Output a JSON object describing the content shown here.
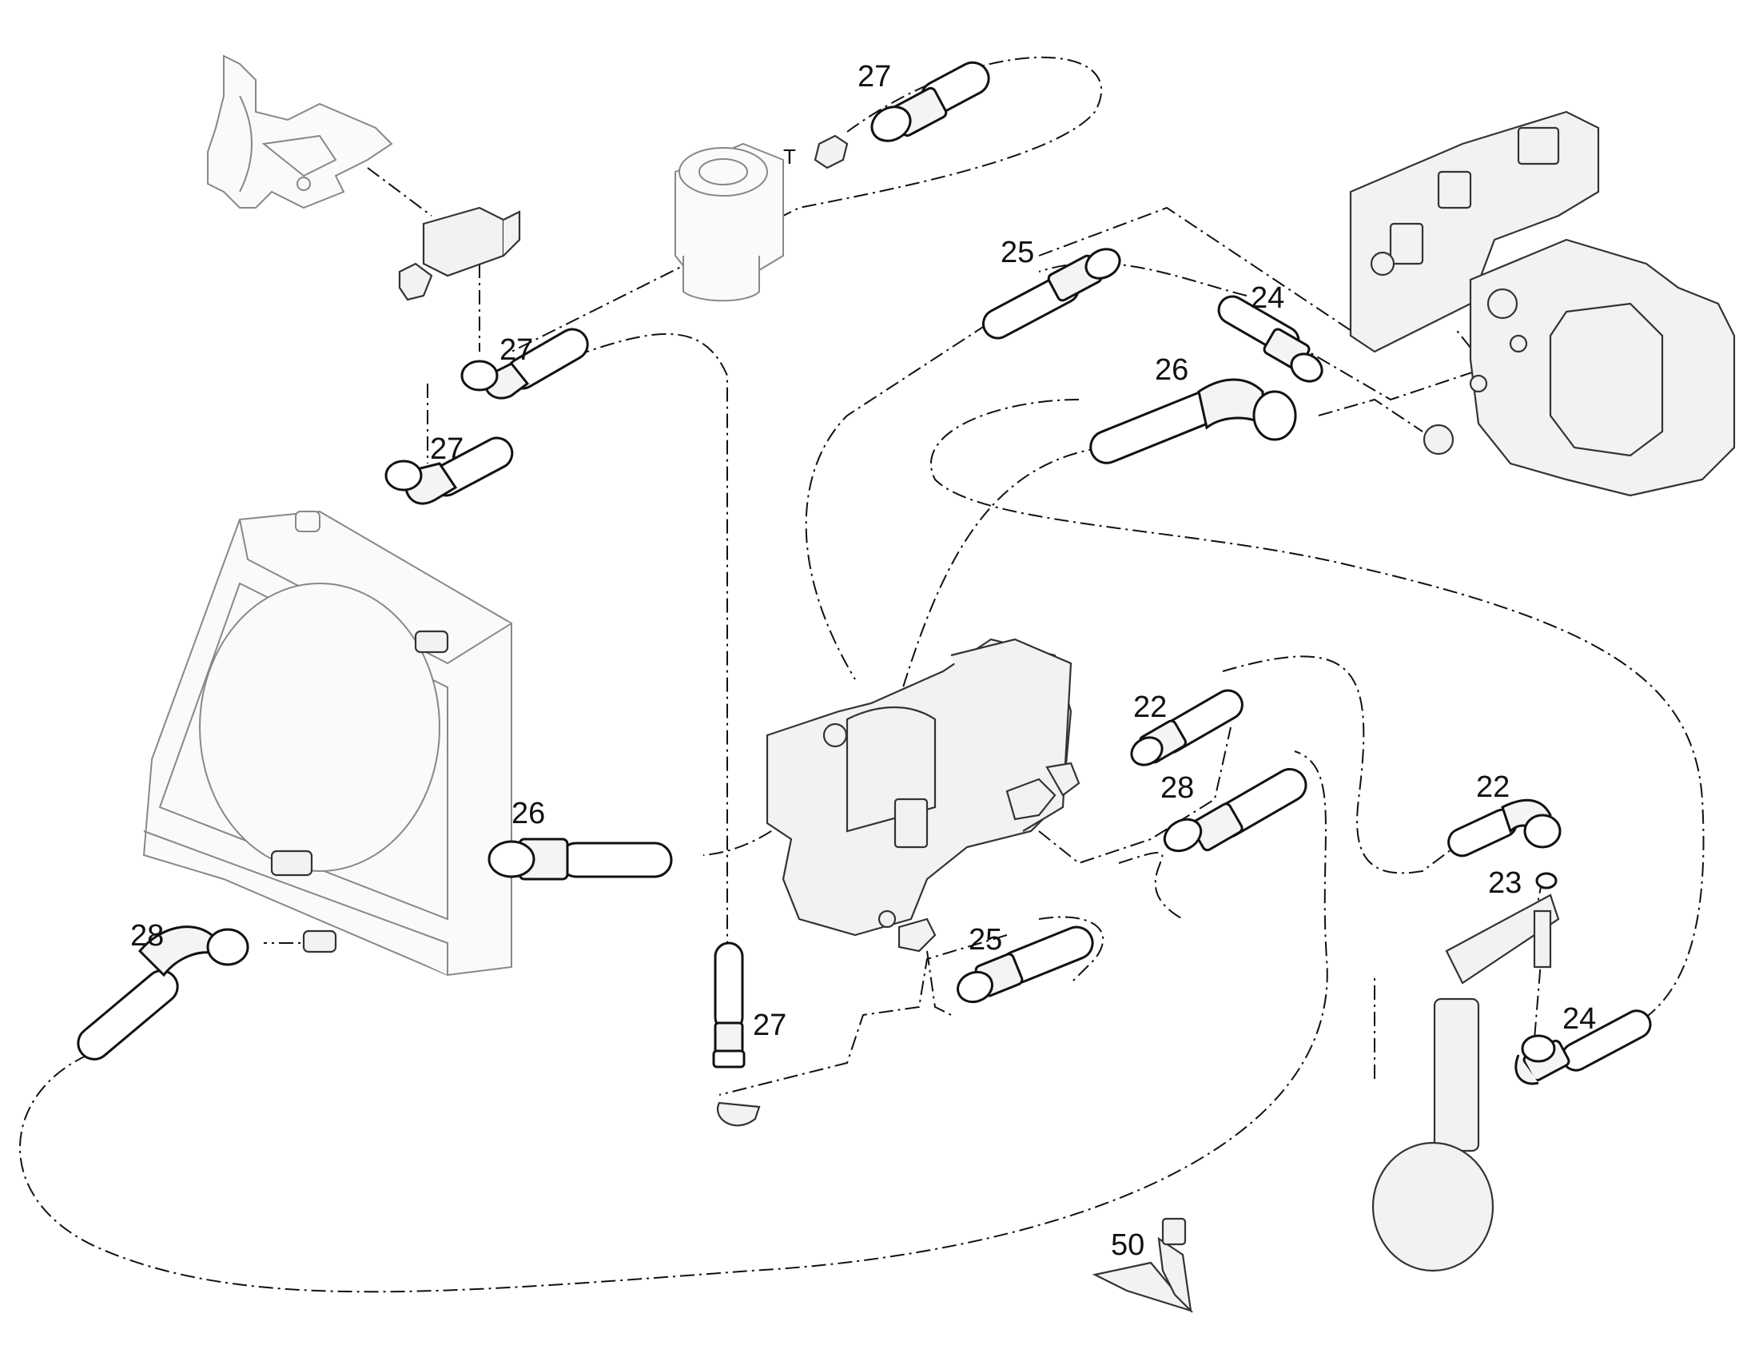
{
  "labels": {
    "hose_27_top": "27",
    "port_t": "T",
    "hose_25_upper": "25",
    "hose_24_upper": "24",
    "hose_26_upper": "26",
    "hose_27_mid_a": "27",
    "hose_27_mid_b": "27",
    "hose_22_center": "22",
    "hose_28_center": "28",
    "hose_26_left": "26",
    "hose_25_lower": "25",
    "hose_28_left": "28",
    "hose_27_lower": "27",
    "hose_22_right": "22",
    "washer_23": "23",
    "hose_24_right": "24",
    "clamp_50": "50"
  }
}
